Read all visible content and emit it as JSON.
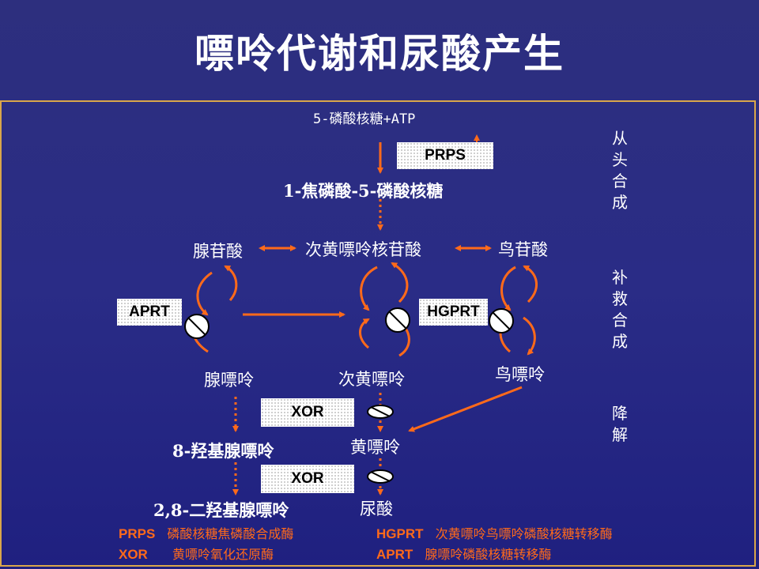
{
  "title": "嘌呤代谢和尿酸产生",
  "nodes": {
    "ribose": "5-磷酸核糖+ATP",
    "prpp": "1-焦磷酸-5-磷酸核糖",
    "amp": "腺苷酸",
    "imp": "次黄嘌呤核苷酸",
    "gmp": "鸟苷酸",
    "adenine": "腺嘌呤",
    "hypoxanthine": "次黄嘌呤",
    "guanine": "鸟嘌呤",
    "xanthine": "黄嘌呤",
    "oh_adenine": "8-羟基腺嘌呤",
    "dioh_adenine": "2,8-二羟基腺嘌呤",
    "uric_acid": "尿酸"
  },
  "enzymes": {
    "prps": "PRPS",
    "aprt": "APRT",
    "hgprt": "HGPRT",
    "xor1": "XOR",
    "xor2": "XOR"
  },
  "side_labels": {
    "denovo": "从头合成",
    "salvage": "补救合成",
    "degradation": "降解"
  },
  "legend": [
    {
      "abbr": "PRPS",
      "full": "磷酸核糖焦磷酸合成酶"
    },
    {
      "abbr": "HGPRT",
      "full": "次黄嘌呤鸟嘌呤磷酸核糖转移酶"
    },
    {
      "abbr": "XOR",
      "full": "黄嘌呤氧化还原酶"
    },
    {
      "abbr": "APRT",
      "full": "腺嘌呤磷酸核糖转移酶"
    }
  ],
  "colors": {
    "arrow": "#ff6a1a",
    "panel_border": "#d9a64a",
    "legend_text": "#ff6a1a"
  }
}
